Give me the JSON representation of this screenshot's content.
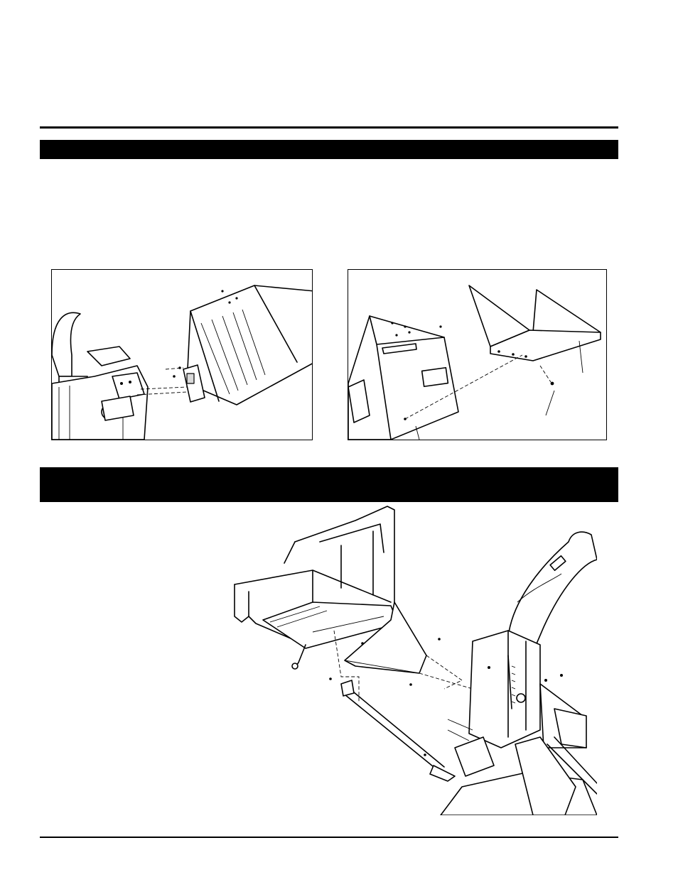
{
  "page": {
    "section_band_1": "",
    "section_band_2": ""
  },
  "figures": [
    {
      "id": "hopper-to-chipper-housing",
      "labels": []
    },
    {
      "id": "hopper-extension-tray",
      "labels": []
    },
    {
      "id": "feed-tray-frame-assembly",
      "labels": []
    }
  ],
  "colors": {
    "ink": "#000000",
    "paper": "#ffffff",
    "shade": "#d9d9d9"
  }
}
